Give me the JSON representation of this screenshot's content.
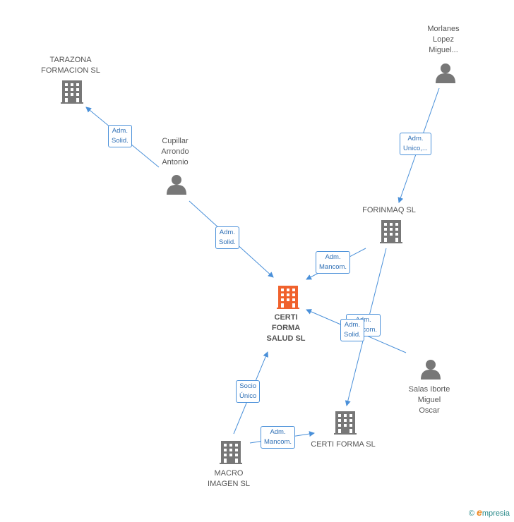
{
  "nodes": {
    "tarazona": {
      "line1": "TARAZONA",
      "line2": "FORMACION SL"
    },
    "cupillar": {
      "line1": "Cupillar",
      "line2": "Arrondo",
      "line3": "Antonio"
    },
    "morlanes": {
      "line1": "Morlanes",
      "line2": "Lopez",
      "line3": "Miguel..."
    },
    "forinmaq": {
      "line1": "FORINMAQ SL"
    },
    "certi_main": {
      "line1": "CERTI",
      "line2": "FORMA",
      "line3": "SALUD SL"
    },
    "salas": {
      "line1": "Salas Iborte",
      "line2": "Miguel",
      "line3": "Oscar"
    },
    "certi_forma": {
      "line1": "CERTI FORMA SL"
    },
    "macro": {
      "line1": "MACRO",
      "line2": "IMAGEN SL"
    }
  },
  "relations": {
    "r1": {
      "line1": "Adm.",
      "line2": "Solid."
    },
    "r2": {
      "line1": "Adm.",
      "line2": "Solid."
    },
    "r3": {
      "line1": "Adm.",
      "line2": "Unico,..."
    },
    "r4": {
      "line1": "Adm.",
      "line2": "Mancom."
    },
    "r5": {
      "line1": "Adm.",
      "line2": "Solid."
    },
    "r5b": {
      "line1": "Adm.",
      "line2": "Mancom."
    },
    "r6": {
      "line1": "Socio",
      "line2": "Único"
    },
    "r7": {
      "line1": "Adm.",
      "line2": "Mancom."
    }
  },
  "footer": {
    "copyright": "©",
    "brand_first": "e",
    "brand_rest": "mpresia"
  },
  "colors": {
    "edge": "#4a90d9",
    "company": "#777777",
    "main_company": "#f0622d",
    "person": "#777777"
  }
}
